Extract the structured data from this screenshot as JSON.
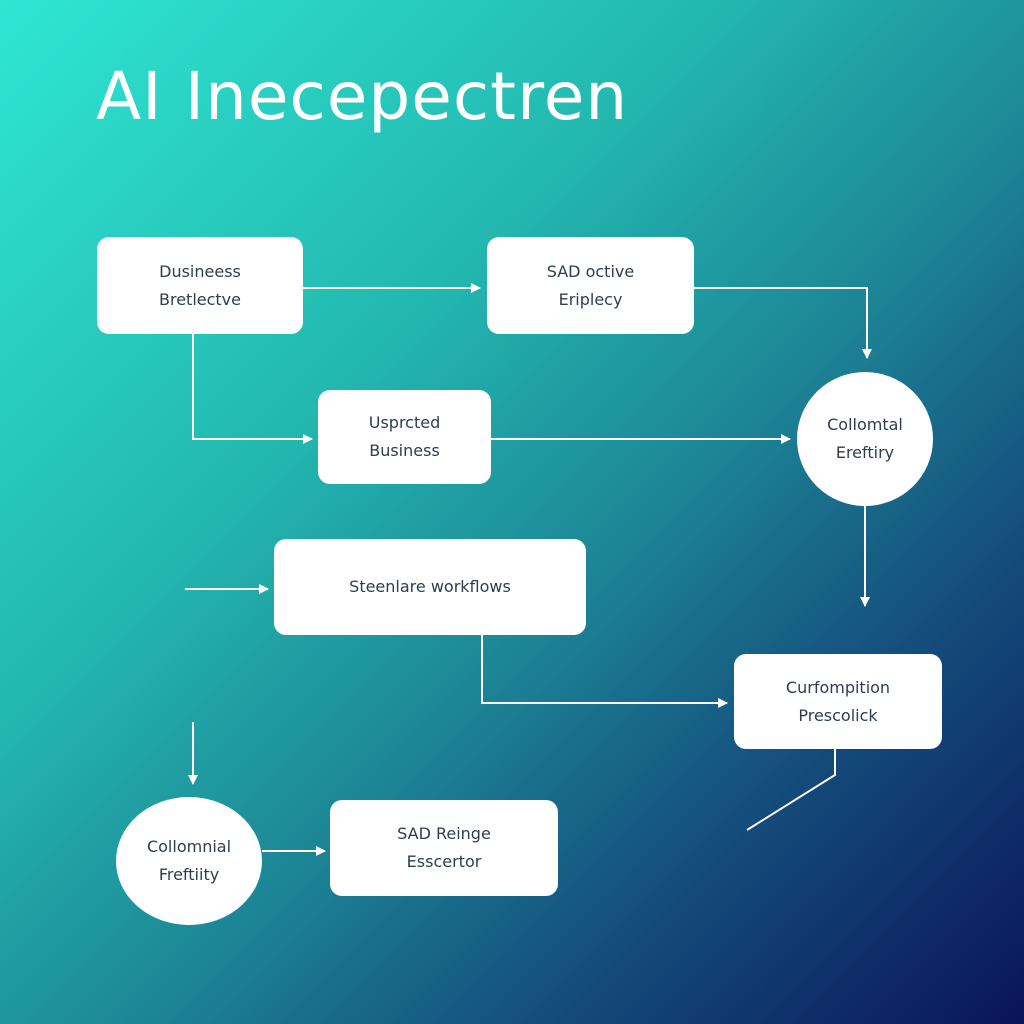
{
  "title": "AI Inecepectren",
  "nodes": [
    {
      "lines": [
        "Dusineess",
        "Bretlectve"
      ]
    },
    {
      "lines": [
        "SAD octive",
        "Eriplecy"
      ]
    },
    {
      "lines": [
        "Usprcted",
        "Business"
      ]
    },
    {
      "lines": [
        "Collomtal",
        "Ereftiry"
      ]
    },
    {
      "lines": [
        "Steenlare workflows"
      ]
    },
    {
      "lines": [
        "Curfompition",
        "Prescolick"
      ]
    },
    {
      "lines": [
        "Collomnial",
        "Freftiity"
      ]
    },
    {
      "lines": [
        "SAD Reinge",
        "Esscertor"
      ]
    }
  ],
  "colors": {
    "line": "#ffffff",
    "node_text": "#2c3e50"
  }
}
